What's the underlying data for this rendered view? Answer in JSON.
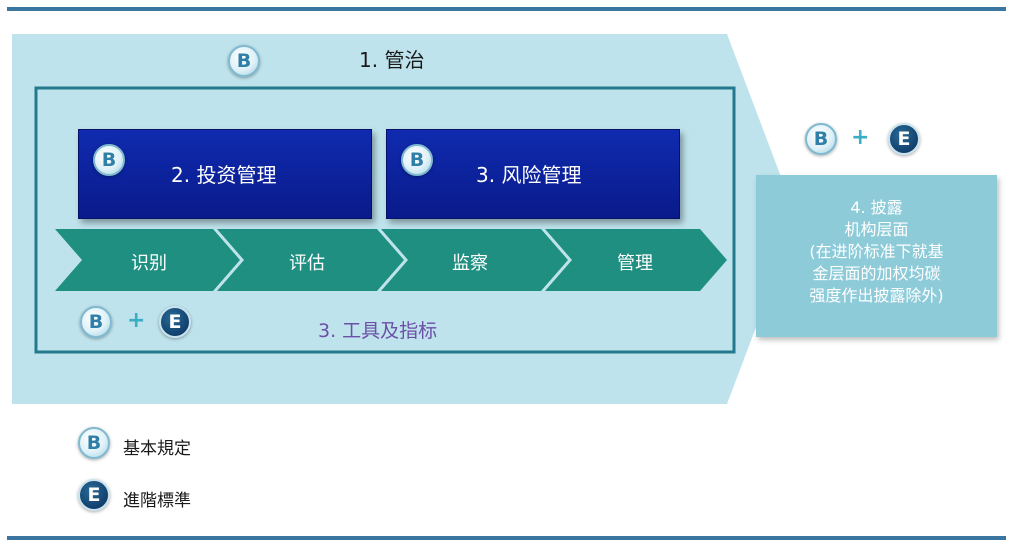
{
  "governance": {
    "title": "1. 管治"
  },
  "boxes": {
    "invest": "2. 投资管理",
    "risk": "3. 风险管理"
  },
  "process_steps": [
    "识别",
    "评估",
    "监察",
    "管理"
  ],
  "tools": {
    "label": "3. 工具及指标"
  },
  "disclosure": {
    "lines": [
      "4. 披露",
      "机构层面",
      "(在进阶标准下就基",
      "金层面的加权均碳",
      "强度作出披露除外)"
    ]
  },
  "badges": {
    "basic_letter": "B",
    "advanced_letter": "E",
    "plus": "+"
  },
  "legend": {
    "basic": "基本規定",
    "advanced": "進階標準"
  },
  "colors": {
    "governance_bg": "#bfe3ec",
    "frame_border": "#237a8c",
    "dark_box": "#0d22a0",
    "chevron": "#1f8f82",
    "disclosure_bg": "#8dcbd9",
    "rule": "#3a76a0",
    "badge_e": "#103d6a"
  }
}
